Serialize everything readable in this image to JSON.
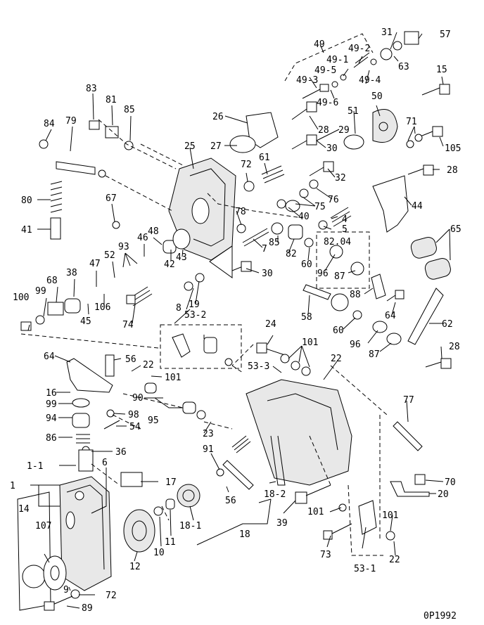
{
  "diagram": {
    "drawing_code": "0P1992",
    "callouts": [
      "1",
      "1-1",
      "6",
      "14",
      "107",
      "9",
      "89",
      "72",
      "12",
      "10",
      "11",
      "17",
      "18-1",
      "18",
      "16",
      "99",
      "94",
      "86",
      "36",
      "64",
      "56",
      "22",
      "101",
      "90",
      "95",
      "98",
      "54",
      "91",
      "56",
      "23",
      "24",
      "101",
      "53-3",
      "22",
      "18-2",
      "39",
      "101",
      "73",
      "53-1",
      "101",
      "22",
      "77",
      "70",
      "20",
      "53-2",
      "8",
      "19",
      "74",
      "100",
      "99",
      "68",
      "38",
      "45",
      "106",
      "47",
      "52",
      "93",
      "46",
      "48",
      "42",
      "43",
      "80",
      "41",
      "84",
      "79",
      "83",
      "81",
      "85",
      "67",
      "25",
      "26",
      "27",
      "28",
      "29",
      "30",
      "72",
      "61",
      "31",
      "57",
      "49",
      "49-1",
      "49-2",
      "49-3",
      "49-5",
      "49-4",
      "49-6",
      "63",
      "50",
      "51",
      "15",
      "71",
      "105",
      "28",
      "32",
      "76",
      "75",
      "40",
      "78",
      "7",
      "85",
      "82",
      "4",
      "5",
      "60",
      "82.04",
      "96",
      "87",
      "58",
      "88",
      "60",
      "96",
      "87",
      "64",
      "62",
      "28",
      "44",
      "65",
      "30"
    ]
  }
}
